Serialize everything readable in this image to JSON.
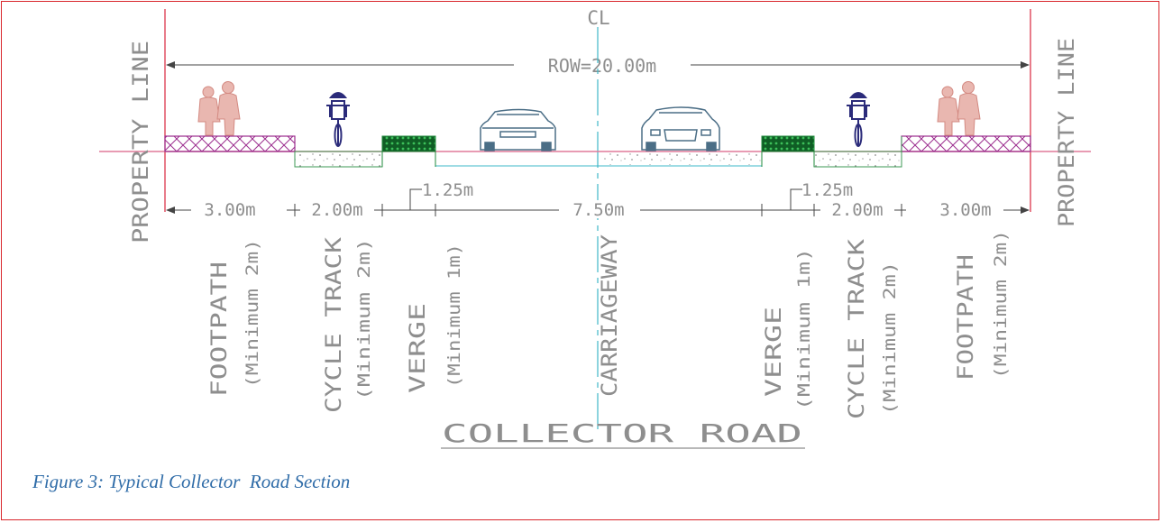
{
  "diagram": {
    "centerline_label": "CL",
    "row_label": "ROW=20.00m",
    "property_line_left": "PROPERTY LINE",
    "property_line_right": "PROPERTY LINE",
    "dimensions": {
      "left_footpath": "3.00m",
      "left_cycle_track": "2.00m",
      "left_verge": "1.25m",
      "carriageway": "7.50m",
      "right_verge": "1.25m",
      "right_cycle_track": "2.00m",
      "right_footpath": "3.00m"
    },
    "zones": {
      "footpath_name": "FOOTPATH",
      "footpath_min": "(Minimum 2m)",
      "cycle_track_name": "CYCLE TRACK",
      "cycle_track_min": "(Minimum 2m)",
      "verge_name": "VERGE",
      "verge_min": "(Minimum 1m)",
      "carriageway_name": "CARRIAGEWAY"
    },
    "title": "COLLECTOR ROAD"
  },
  "caption": "Figure 3: Typical Collector  Road Section",
  "colors": {
    "frame": "#d9252b",
    "ground_line": "#e07a9a",
    "centerline": "#3fb8c8",
    "text_gray": "#8e8e8e",
    "caption": "#2f6ca8",
    "footpath_hatch": "#9b2d8e",
    "verge_fill": "#1f8a3b"
  }
}
